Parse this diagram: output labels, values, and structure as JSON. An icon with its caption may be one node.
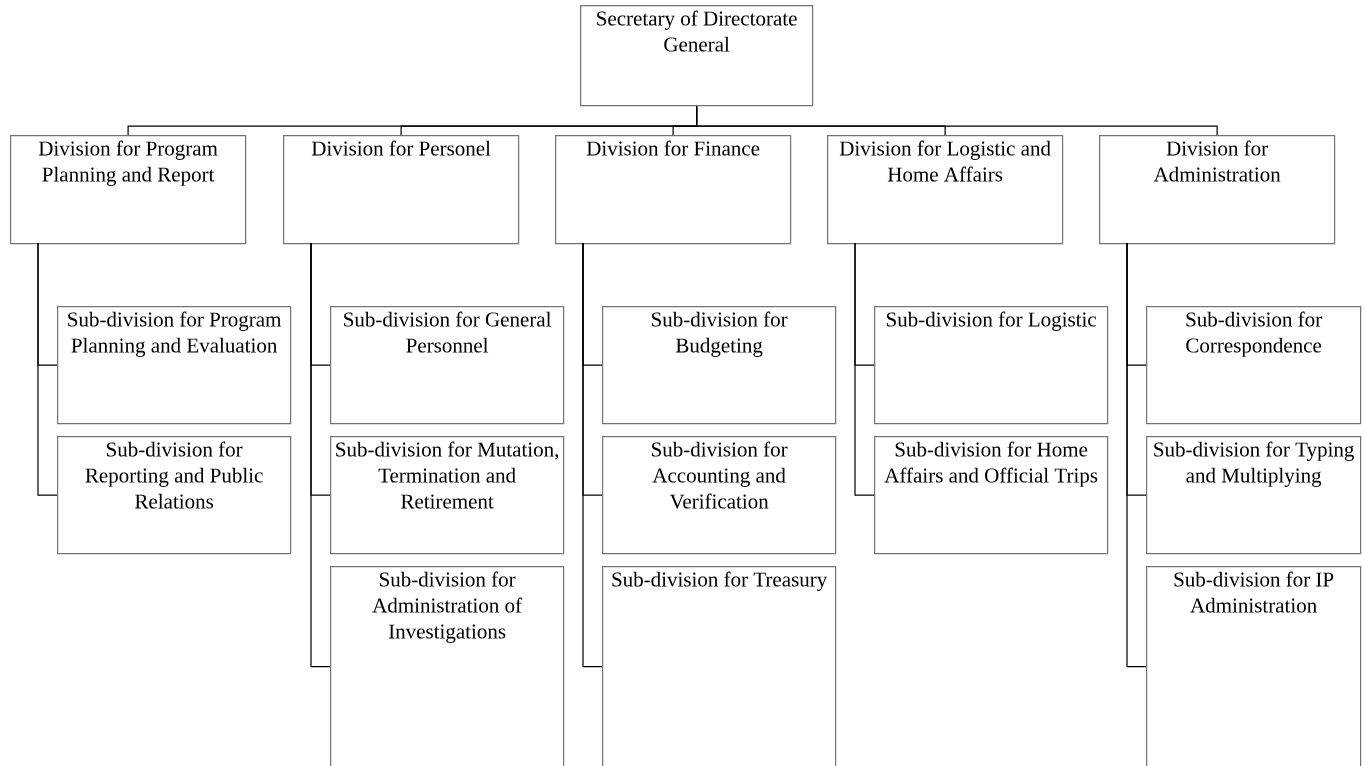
{
  "diagram": {
    "nodes": [
      {
        "text": [
          "Secretary of Directorate General"
        ]
      },
      {
        "text": [
          "Division for Program Planning and Report"
        ]
      },
      {
        "text": [
          "Sub-division for Program Planning and Evaluation"
        ]
      },
      {
        "text": [
          "Sub-division for Reporting and Public Relations"
        ]
      },
      {
        "text": [
          "Division for Personel"
        ]
      },
      {
        "text": [
          "Sub-division for General Personnel"
        ]
      },
      {
        "text": [
          "Sub-division for Mutation, Termination and Retirement"
        ]
      },
      {
        "text": [
          "Sub-division for Administration of Investigations"
        ]
      },
      {
        "text": [
          "Division for Finance"
        ]
      },
      {
        "text": [
          "Sub-division for Budgeting"
        ]
      },
      {
        "text": [
          "Sub-division for Accounting and Verification"
        ]
      },
      {
        "text": [
          "Sub-division for Treasury"
        ]
      },
      {
        "text": [
          "Division for Logistic and Home Affairs"
        ]
      },
      {
        "text": [
          "Sub-division for Logistic"
        ]
      },
      {
        "text": [
          "Sub-division for Home Affairs and Official Trips"
        ]
      },
      {
        "text": [
          "Division for Administration"
        ]
      },
      {
        "text": [
          "Sub-division for Correspondence"
        ]
      },
      {
        "text": [
          "Sub-division for Typing and Multiplying"
        ]
      },
      {
        "text": [
          "Sub-division for IP Administration"
        ]
      }
    ],
    "edges": [
      {
        "from": 0,
        "to": 1,
        "arrow": "none"
      },
      {
        "from": 0,
        "to": 4,
        "arrow": "none"
      },
      {
        "from": 0,
        "to": 8,
        "arrow": "none"
      },
      {
        "from": 0,
        "to": 12,
        "arrow": "none"
      },
      {
        "from": 0,
        "to": 15,
        "arrow": "none"
      },
      {
        "from": 1,
        "to": 2,
        "arrow": "none"
      },
      {
        "from": 1,
        "to": 3,
        "arrow": "none"
      },
      {
        "from": 4,
        "to": 5,
        "arrow": "none"
      },
      {
        "from": 4,
        "to": 6,
        "arrow": "none"
      },
      {
        "from": 4,
        "to": 7,
        "arrow": "none"
      },
      {
        "from": 8,
        "to": 9,
        "arrow": "none"
      },
      {
        "from": 8,
        "to": 10,
        "arrow": "none"
      },
      {
        "from": 8,
        "to": 11,
        "arrow": "none"
      },
      {
        "from": 12,
        "to": 13,
        "arrow": "none"
      },
      {
        "from": 12,
        "to": 14,
        "arrow": "none"
      },
      {
        "from": 15,
        "to": 16,
        "arrow": "none"
      },
      {
        "from": 15,
        "to": 17,
        "arrow": "none"
      },
      {
        "from": 15,
        "to": 18,
        "arrow": "none"
      }
    ]
  }
}
